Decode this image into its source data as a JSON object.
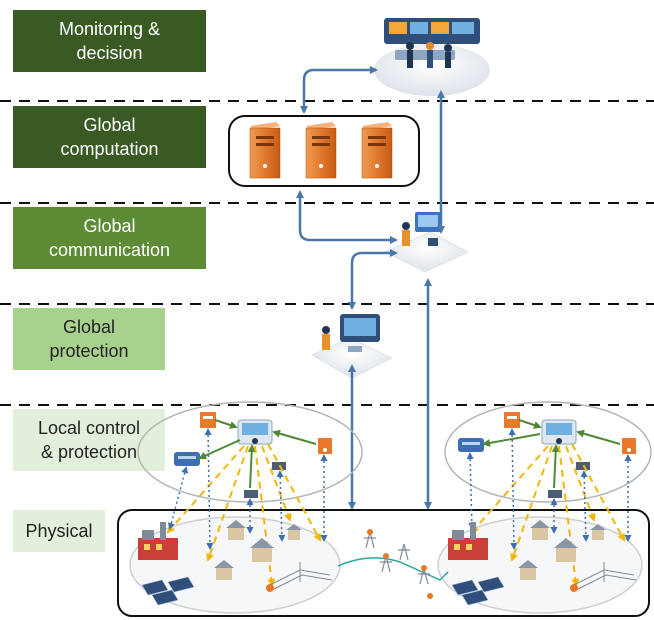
{
  "layers": {
    "monitoring": "Monitoring &\ndecision",
    "global_computation": "Global\ncomputation",
    "global_communication": "Global\ncommunication",
    "global_protection": "Global\nprotection",
    "local_control": "Local control\n& protection",
    "physical": "Physical"
  },
  "colors": {
    "dark_green": "#3a5a23",
    "mid_green": "#5d8b35",
    "light_green": "#a9d18e",
    "pale_green": "#e2efda",
    "arrow_blue": "#4a77a8",
    "server_orange": "#e87a2a",
    "dashed_yellow": "#f2b705",
    "green_link": "#4e8a35",
    "cable_teal": "#2aa5a5"
  }
}
